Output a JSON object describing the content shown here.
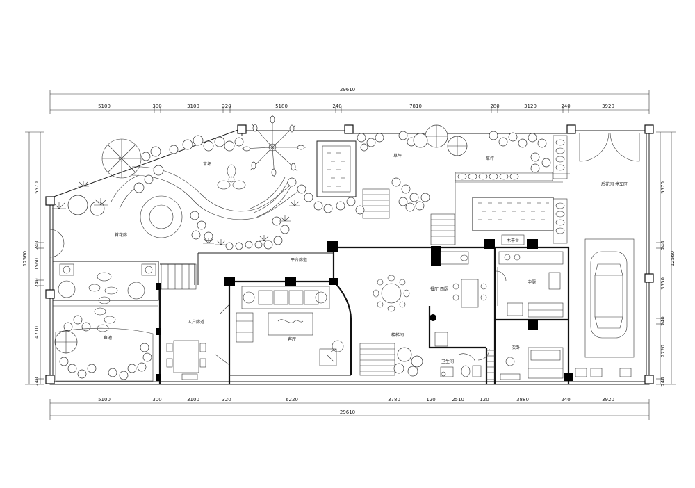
{
  "dimensions": {
    "total_top": "29610",
    "top": [
      "5100",
      "300",
      "3100",
      "320",
      "5180",
      "240",
      "7810",
      "280",
      "3120",
      "240",
      "3920"
    ],
    "total_bottom": "29610",
    "bottom": [
      "5100",
      "300",
      "3100",
      "320",
      "6220",
      "3780",
      "120",
      "2510",
      "120",
      "3880",
      "240",
      "3920"
    ],
    "left_total": "12560",
    "left": [
      "5570",
      "240",
      "1560",
      "240",
      "4710",
      "240"
    ],
    "right_total": "12560",
    "right": [
      "5570",
      "240",
      "3550",
      "240",
      "2720",
      "240"
    ]
  },
  "rooms": {
    "lawn_left": "草坪",
    "lawn_right": "草坪",
    "lawn_far": "草坪",
    "backyard": "后花园  停车区",
    "corridor": "首花廊",
    "terrace": "平台廊道",
    "entrance": "入户廊道",
    "pond": "鱼池",
    "living": "客厅",
    "dining": "餐厅  西厨",
    "stairs": "楼梯间",
    "kitchen": "中厨",
    "bathroom": "卫生间",
    "bedroom": "次卧",
    "deck": "木平台"
  }
}
